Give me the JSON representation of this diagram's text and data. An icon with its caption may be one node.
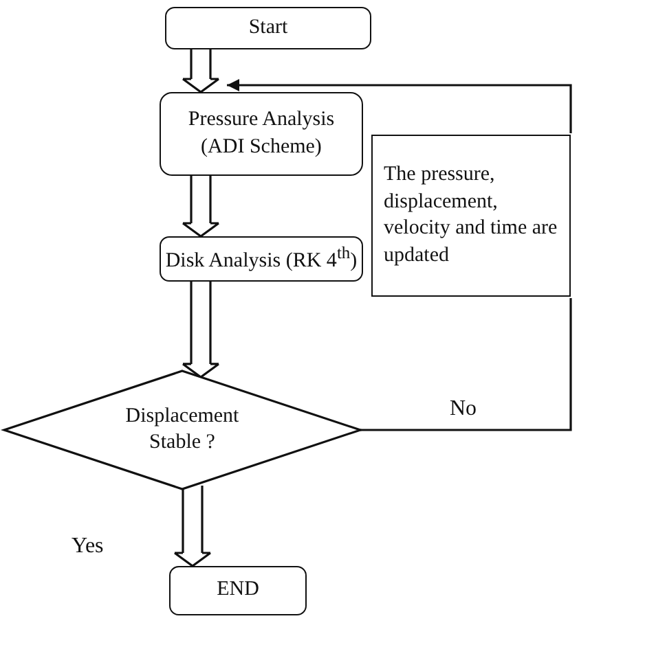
{
  "diagram": {
    "nodes": [
      {
        "text": [
          "Start"
        ]
      },
      {
        "text": [
          "Pressure Analysis (ADI Scheme)"
        ]
      },
      {
        "text": [
          "Disk Analysis (RK 4$^{th}$)"
        ]
      },
      {
        "text": [
          "Displacement Stable ?"
        ]
      },
      {
        "text": [
          "END"
        ]
      },
      {
        "text": [
          "The pressure, displacement, velocity and time are updated"
        ]
      }
    ],
    "edges": [
      {
        "from": 0,
        "to": 1,
        "arrow": "to"
      },
      {
        "from": 1,
        "to": 2,
        "arrow": "to"
      },
      {
        "from": 2,
        "to": 3,
        "arrow": "to"
      },
      {
        "from": 3,
        "to": 4,
        "arrow": "to",
        "label": "Yes"
      },
      {
        "from": 3,
        "to": 5,
        "arrow": "none",
        "label": "No"
      },
      {
        "from": 5,
        "to": 1,
        "arrow": "to"
      }
    ]
  }
}
